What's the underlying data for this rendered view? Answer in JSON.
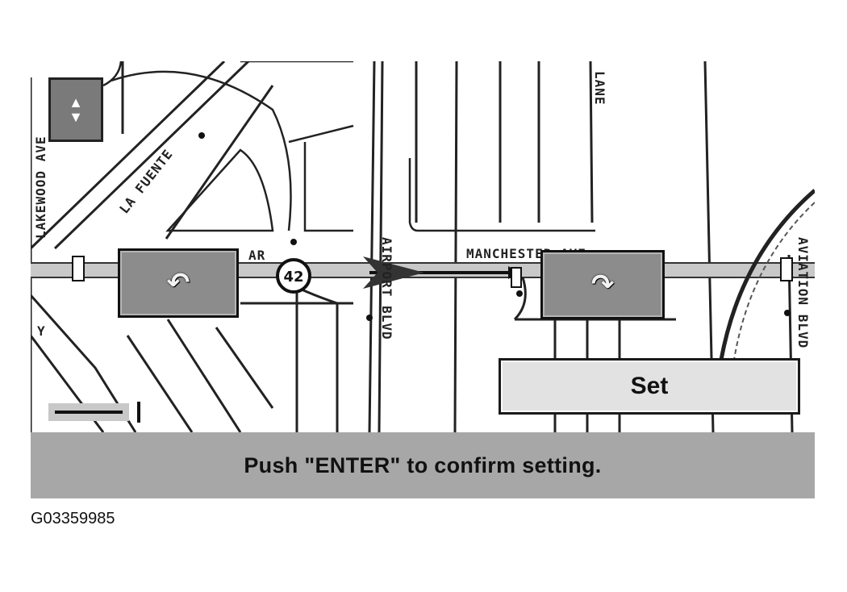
{
  "screen": {
    "map": {
      "road_labels": {
        "lakewood_ave": "LAKEWOOD AVE",
        "la_fuente": "LA FUENTE",
        "lane": "LANE",
        "airport_blvd": "AIRPORT BLVD",
        "manchester_ave": "MANCHESTER AVE",
        "aviation_blvd": "AVIATION BLVD",
        "fragment_ar": "AR",
        "fragment_y": "Y"
      },
      "route_shield": "42",
      "compass_icon": "north-up-compass"
    },
    "turn_markers": [
      {
        "name": "u-turn-marker-left",
        "icon": "u-turn-icon",
        "glyph": "↶"
      },
      {
        "name": "u-turn-marker-right",
        "icon": "u-turn-icon",
        "glyph": "↷"
      }
    ],
    "set_button": {
      "label": "Set"
    },
    "status_bar": {
      "message": "Push \"ENTER\" to confirm setting."
    }
  },
  "figure_id": "G03359985"
}
